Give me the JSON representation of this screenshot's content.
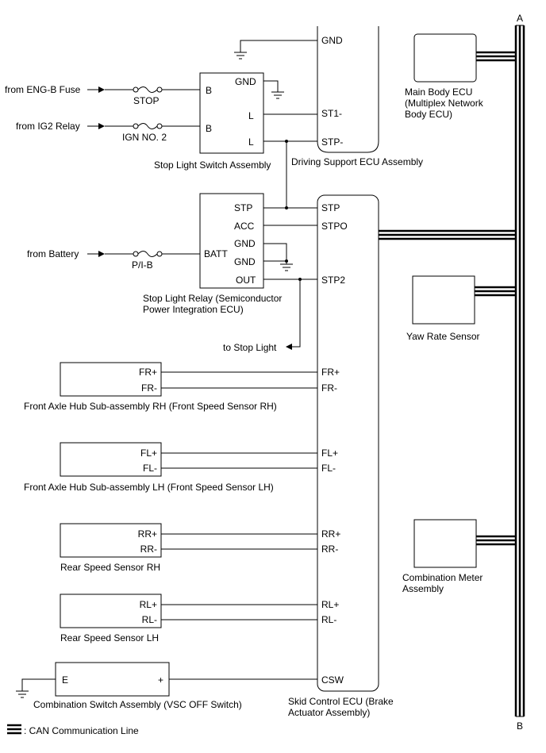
{
  "bus": {
    "top_label": "A",
    "bottom_label": "B"
  },
  "driving_support_ecu": {
    "name": "Driving Support ECU Assembly",
    "pins": {
      "gnd": "GND",
      "st1": "ST1-",
      "stp": "STP-"
    }
  },
  "stop_light_switch": {
    "name": "Stop Light Switch Assembly",
    "pins": {
      "b1": "B",
      "b2": "B",
      "gnd": "GND",
      "l1": "L",
      "l2": "L"
    }
  },
  "inputs": {
    "eng_b": {
      "source": "from ENG-B Fuse",
      "fuse": "STOP"
    },
    "ig2": {
      "source": "from IG2 Relay",
      "fuse": "IGN NO. 2"
    },
    "battery": {
      "source": "from Battery",
      "fuse": "P/I-B"
    }
  },
  "stop_light_relay": {
    "name_line1": "Stop Light Relay (Semiconductor",
    "name_line2": "Power Integration ECU)",
    "pins": {
      "stp": "STP",
      "acc": "ACC",
      "gnd1": "GND",
      "gnd2": "GND",
      "out": "OUT",
      "batt": "BATT"
    },
    "to_stop_light": "to Stop Light"
  },
  "skid_control_ecu": {
    "name_line1": "Skid Control ECU (Brake",
    "name_line2": "Actuator Assembly)",
    "pins": {
      "stp": "STP",
      "stpo": "STPO",
      "stp2": "STP2",
      "frp": "FR+",
      "frm": "FR-",
      "flp": "FL+",
      "flm": "FL-",
      "rrp": "RR+",
      "rrm": "RR-",
      "rlp": "RL+",
      "rlm": "RL-",
      "csw": "CSW"
    }
  },
  "sensors": {
    "fr": {
      "name": "Front Axle Hub Sub-assembly RH (Front Speed Sensor RH)",
      "pos": "FR+",
      "neg": "FR-"
    },
    "fl": {
      "name": "Front Axle Hub Sub-assembly LH (Front Speed Sensor LH)",
      "pos": "FL+",
      "neg": "FL-"
    },
    "rr": {
      "name": "Rear Speed Sensor RH",
      "pos": "RR+",
      "neg": "RR-"
    },
    "rl": {
      "name": "Rear Speed Sensor LH",
      "pos": "RL+",
      "neg": "RL-"
    }
  },
  "combination_switch": {
    "name": "Combination Switch Assembly (VSC OFF Switch)",
    "pin_e": "E",
    "pin_plus": "+"
  },
  "bus_devices": {
    "main_body_ecu": {
      "line1": "Main Body ECU",
      "line2": "(Multiplex Network",
      "line3": "Body ECU)"
    },
    "yaw_rate_sensor": {
      "label": "Yaw Rate Sensor"
    },
    "combination_meter": {
      "line1": "Combination Meter",
      "line2": "Assembly"
    }
  },
  "legend": {
    "label": ": CAN Communication Line"
  }
}
